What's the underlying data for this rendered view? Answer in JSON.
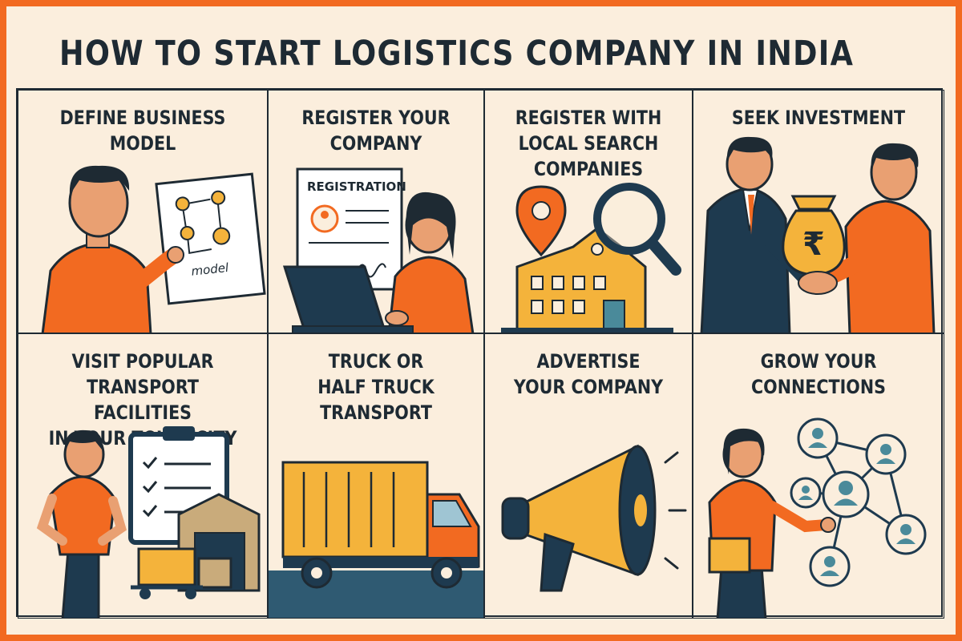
{
  "title": "HOW TO START LOGISTICS COMPANY IN INDIA",
  "colors": {
    "orange": "#f26a21",
    "yellow": "#f4b33b",
    "navy": "#1e3a4f",
    "cream": "#fbeedd",
    "ink": "#1e2a33",
    "skin": "#e9a072"
  },
  "steps": [
    {
      "label": "DEFINE BUSINESS\nMODEL",
      "illustration": "man-pointing-at-flowchart",
      "caption": "model"
    },
    {
      "label": "REGISTER YOUR\nCOMPANY",
      "illustration": "woman-laptop-registration-form",
      "caption": "REGISTRATION"
    },
    {
      "label": "REGISTER WITH\nLOCAL SEARCH\nCOMPANIES",
      "illustration": "location-pin-building-magnifier"
    },
    {
      "label": "SEEK INVESTMENT",
      "illustration": "handshake-money-bag",
      "symbol": "₹"
    },
    {
      "label": "VISIT POPULAR\nTRANSPORT FACILITIES\nIN YOUR TOWN/CITY",
      "illustration": "man-clipboard-warehouse"
    },
    {
      "label": "TRUCK OR\nHALF TRUCK\nTRANSPORT",
      "illustration": "truck-icon"
    },
    {
      "label": "ADVERTISE\nYOUR COMPANY",
      "illustration": "megaphone-icon"
    },
    {
      "label": "GROW YOUR\nCONNECTIONS",
      "illustration": "woman-network-icon"
    }
  ]
}
